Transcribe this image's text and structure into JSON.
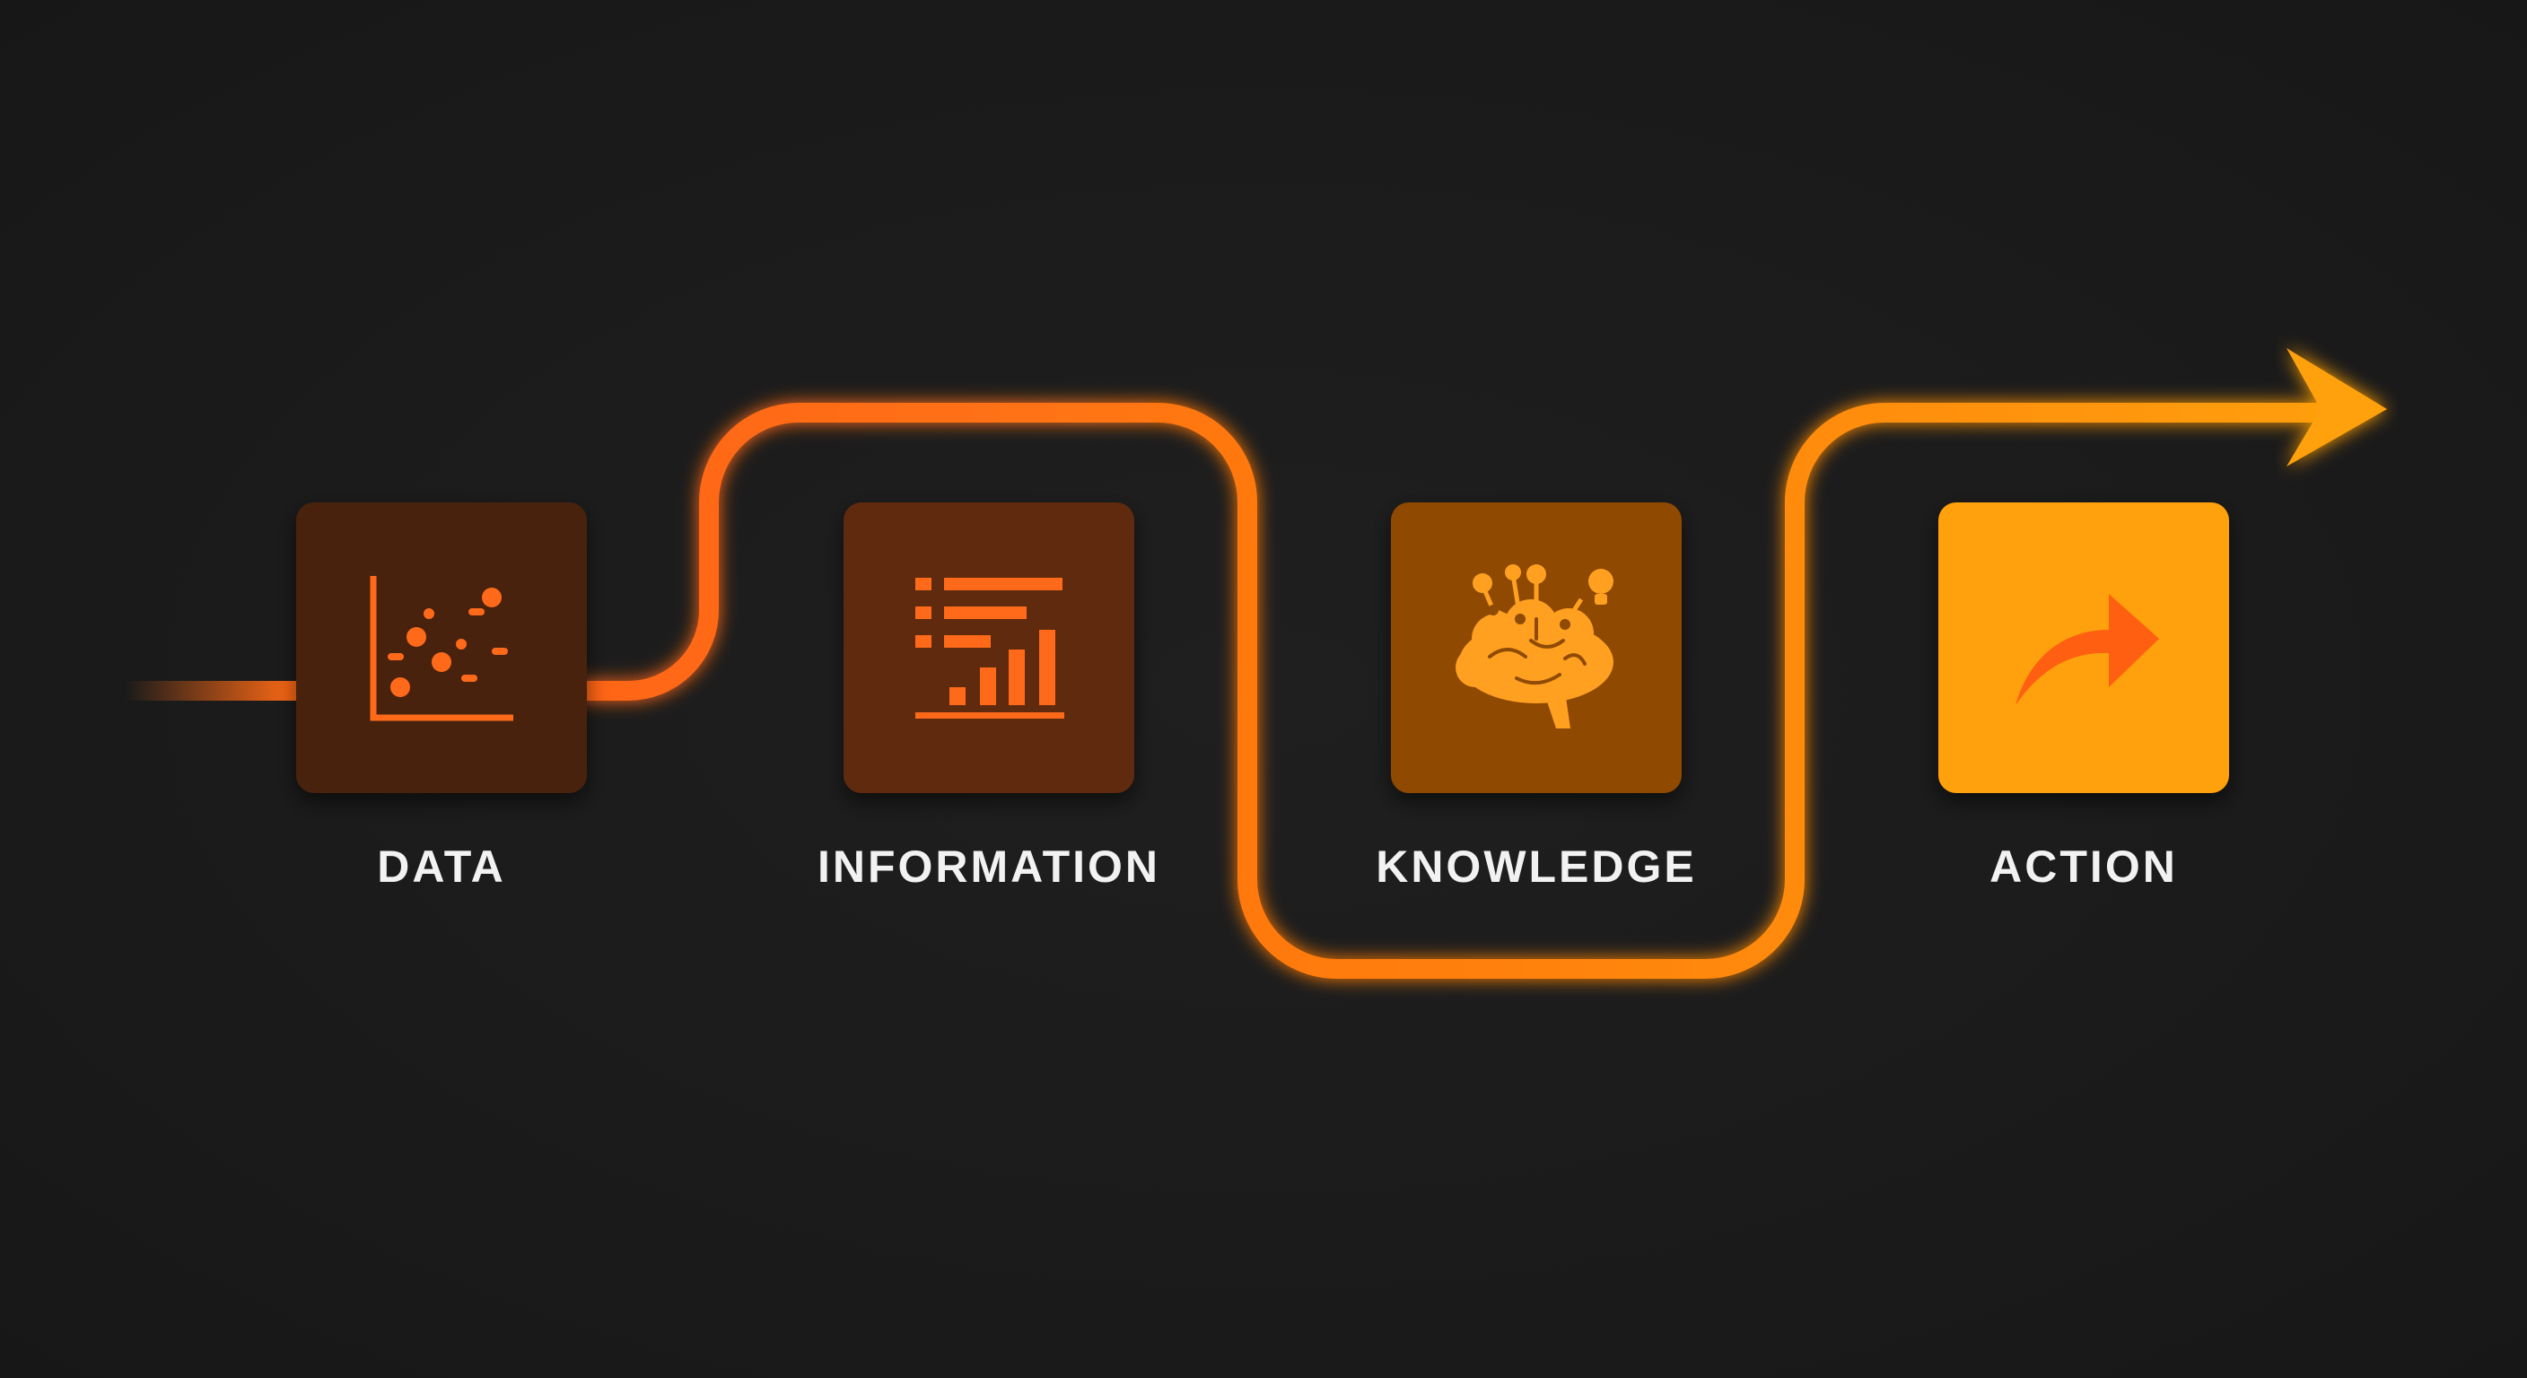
{
  "steps": [
    {
      "label": "DATA",
      "icon": "scatter-plot-icon",
      "tile_color": "#4a230f",
      "icon_color": "#ff6a1a"
    },
    {
      "label": "INFORMATION",
      "icon": "list-bar-chart-icon",
      "tile_color": "#5e2a0b",
      "icon_color": "#ff6a1a"
    },
    {
      "label": "KNOWLEDGE",
      "icon": "brain-network-icon",
      "tile_color": "#8f4a06",
      "icon_color": "#ffa020"
    },
    {
      "label": "ACTION",
      "icon": "forward-arrow-icon",
      "tile_color": "#ffa008",
      "icon_color": "#ff5f10"
    }
  ],
  "colors": {
    "background": "#1c1c1c",
    "path_start": "#ff6a14",
    "path_end": "#ffa010",
    "label_text": "#f2f2f2"
  }
}
